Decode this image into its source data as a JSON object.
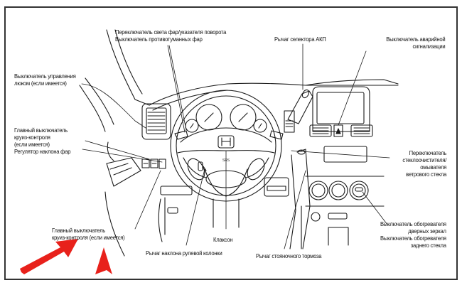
{
  "diagram": {
    "subject": "Dashboard controls layout",
    "labels": {
      "headlight_turn_switch": {
        "line1": "Переключатель света фар/указателя поворота",
        "line2": "Выключатель противотуманных фар"
      },
      "transmission_selector": {
        "line1": "Рычаг селектора АКП"
      },
      "hazard_switch": {
        "line1": "Выключатель аварийной",
        "line2": "сигнализации"
      },
      "sunroof_switch": {
        "line1": "Выключатель управления",
        "line2": "люком (если имеется)"
      },
      "cruise_main_upper": {
        "line1": "Главный выключатель",
        "line2": "круиз-контроля",
        "line3": "(если имеется)",
        "line4": "Регулятор наклона фар"
      },
      "wiper_switch": {
        "line1": "Переключатель",
        "line2": "стеклоочистителя/",
        "line3": "омывателя",
        "line4": "ветрового стекла"
      },
      "defroster_switches": {
        "line1": "Выключатель обогревателя",
        "line2": "дверных зеркал",
        "line3": "Выключатель обогревателя",
        "line4": "заднего стекла"
      },
      "cruise_main_lower": {
        "line1": "Главный выключатель",
        "line2": "круиз-контроля (если имеется)"
      },
      "horn": {
        "line1": "Клаксон"
      },
      "steering_tilt": {
        "line1": "Рычаг наклона рулевой колонки"
      },
      "parking_brake": {
        "line1": "Рычаг стояночного тормоза"
      }
    },
    "annotations": {
      "arrow_color": "#e8211b",
      "arrow_count": 2
    }
  }
}
